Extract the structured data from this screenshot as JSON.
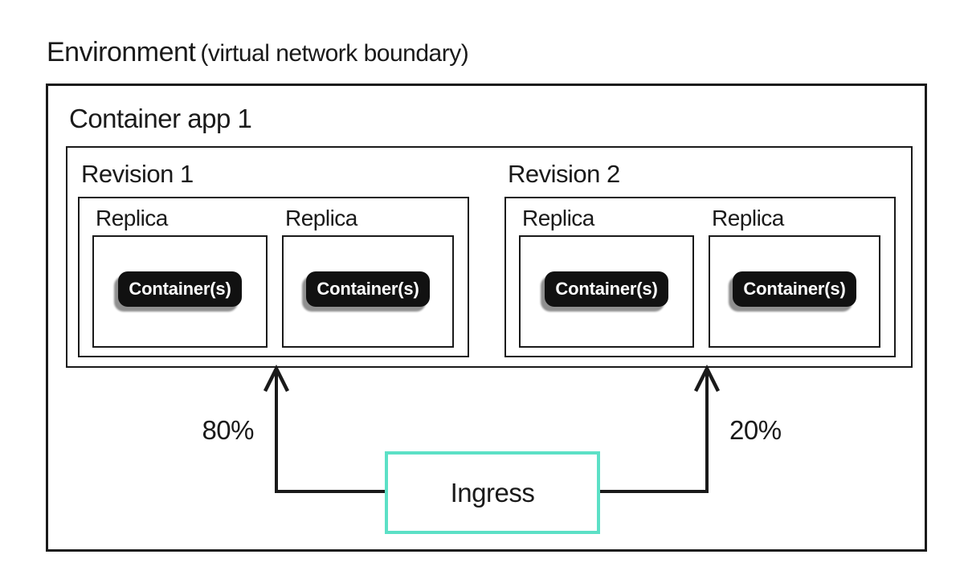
{
  "title": {
    "main": "Environment",
    "suffix": "(virtual network boundary)"
  },
  "container_app": {
    "label": "Container app 1",
    "revisions": [
      {
        "label": "Revision 1",
        "traffic": "80%",
        "replicas": [
          {
            "label": "Replica",
            "container": "Container(s)"
          },
          {
            "label": "Replica",
            "container": "Container(s)"
          }
        ]
      },
      {
        "label": "Revision 2",
        "traffic": "20%",
        "replicas": [
          {
            "label": "Replica",
            "container": "Container(s)"
          },
          {
            "label": "Replica",
            "container": "Container(s)"
          }
        ]
      }
    ]
  },
  "ingress": {
    "label": "Ingress"
  },
  "colors": {
    "line": "#1a1a1a",
    "ingress_border": "#5ce0c6",
    "badge_bg": "#111111",
    "badge_text": "#ffffff",
    "badge_shadow": "#8f8f8f"
  }
}
